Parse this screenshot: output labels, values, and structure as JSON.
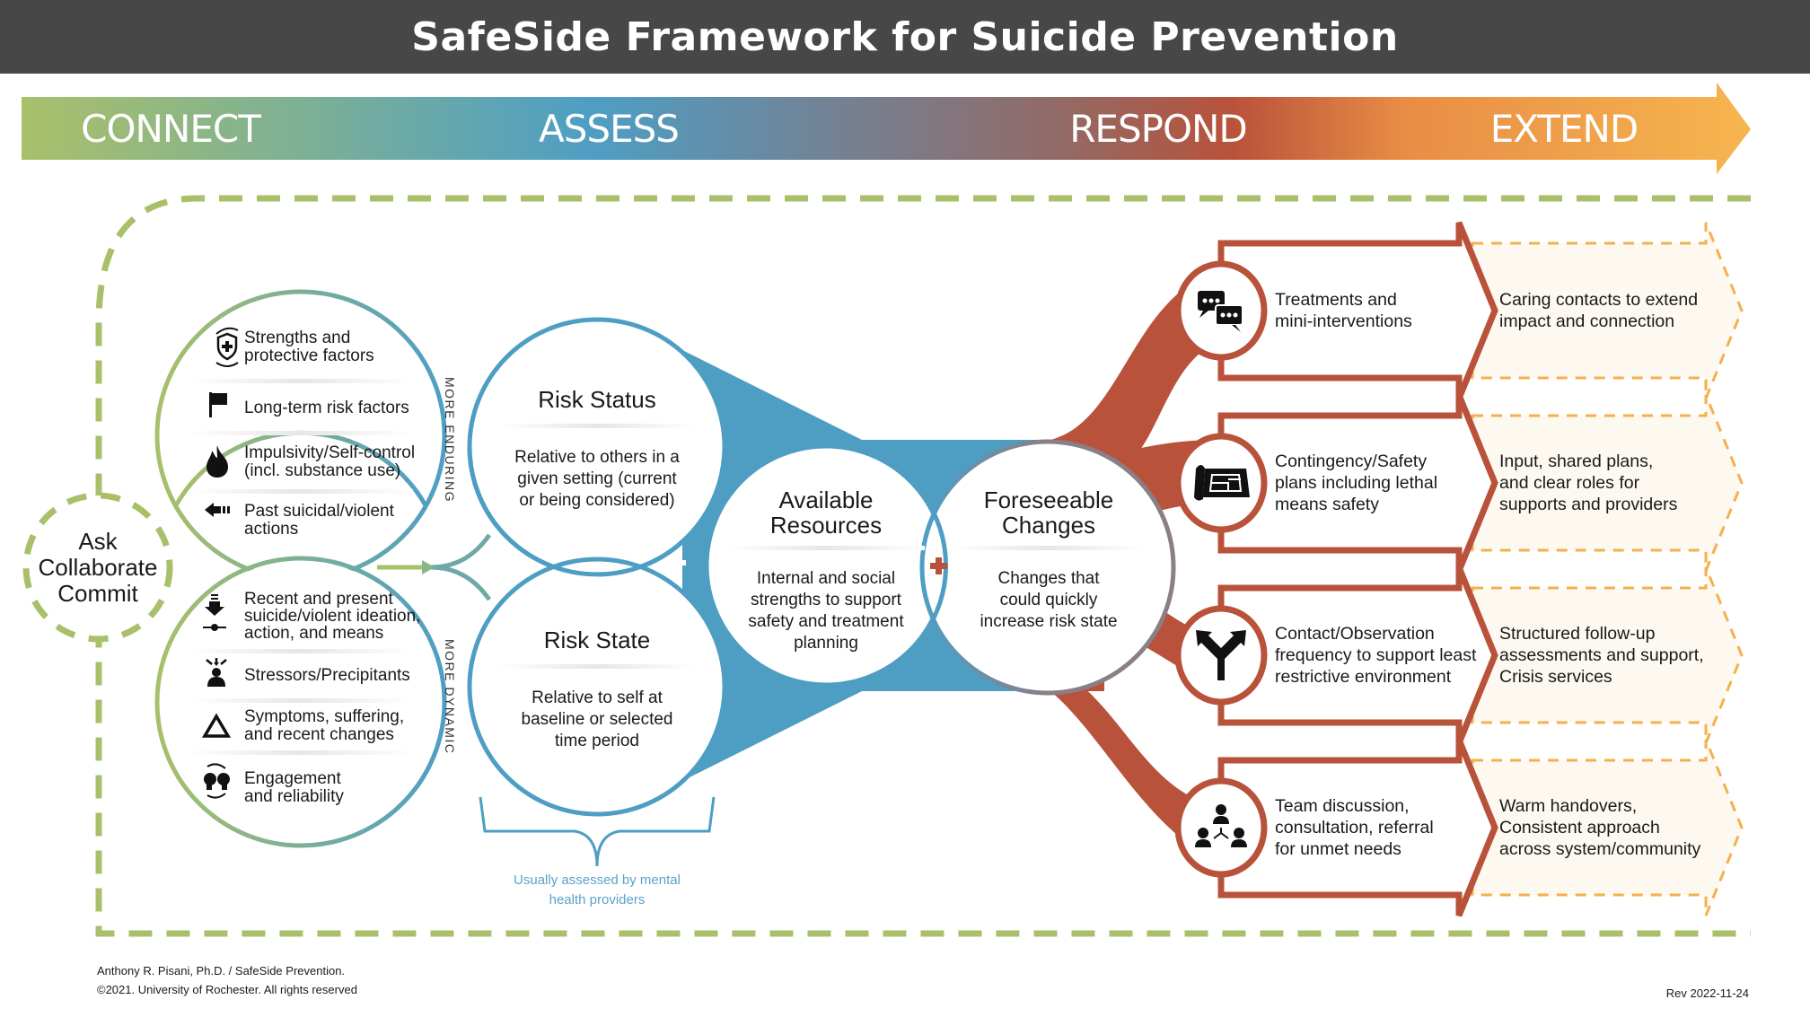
{
  "title": "SafeSide Framework for Suicide Prevention",
  "stages": [
    "CONNECT",
    "ASSESS",
    "RESPOND",
    "EXTEND"
  ],
  "colors": {
    "title_bg": "#474747",
    "connect_green": "#a9c06a",
    "assess_blue": "#4e9ec4",
    "respond_red": "#b9523a",
    "extend_orange": "#f5b04d",
    "extend_fill": "#fdf8f0"
  },
  "connect": {
    "lines": [
      "Ask",
      "Collaborate",
      "Commit"
    ]
  },
  "enduring_circle": {
    "side_label": "MORE ENDURING",
    "items": [
      {
        "icon": "shield-plus-icon",
        "lines": [
          "Strengths and",
          "protective factors"
        ]
      },
      {
        "icon": "flag-icon",
        "lines": [
          "Long-term risk factors"
        ]
      },
      {
        "icon": "flame-icon",
        "lines": [
          "Impulsivity/Self-control",
          "(incl. substance use)"
        ]
      },
      {
        "icon": "back-arrow-icon",
        "lines": [
          "Past suicidal/violent",
          "actions"
        ]
      }
    ]
  },
  "dynamic_circle": {
    "side_label": "MORE DYNAMIC",
    "items": [
      {
        "icon": "arrow-down-line-icon",
        "lines": [
          "Recent and present",
          "suicide/violent ideation,",
          "action, and means"
        ]
      },
      {
        "icon": "stressed-person-icon",
        "lines": [
          "Stressors/Precipitants"
        ]
      },
      {
        "icon": "triangle-delta-icon",
        "lines": [
          "Symptoms, suffering,",
          "and recent changes"
        ]
      },
      {
        "icon": "two-heads-cycle-icon",
        "lines": [
          "Engagement",
          "and reliability"
        ]
      }
    ]
  },
  "risk_status": {
    "title": "Risk Status",
    "lines": [
      "Relative to others in a",
      "given setting (current",
      "or being considered)"
    ]
  },
  "risk_state": {
    "title": "Risk State",
    "lines": [
      "Relative to self at",
      "baseline or selected",
      "time period"
    ]
  },
  "bracket_note": [
    "Usually assessed by mental",
    "health providers"
  ],
  "available_resources": {
    "title_lines": [
      "Available",
      "Resources"
    ],
    "lines": [
      "Internal and social",
      "strengths to support",
      "safety and treatment",
      "planning"
    ]
  },
  "foreseeable_changes": {
    "title_lines": [
      "Foreseeable",
      "Changes"
    ],
    "lines": [
      "Changes that",
      "could quickly",
      "increase risk state"
    ]
  },
  "respond": [
    {
      "icon": "chat-bubbles-icon",
      "lines": [
        "Treatments and",
        "mini-interventions"
      ],
      "extend": [
        "Caring contacts to extend",
        "impact and connection"
      ]
    },
    {
      "icon": "blueprint-plan-icon",
      "lines": [
        "Contingency/Safety",
        "plans including lethal",
        "means safety"
      ],
      "extend": [
        "Input, shared plans,",
        "and clear roles for",
        "supports and providers"
      ]
    },
    {
      "icon": "fork-arrows-icon",
      "lines": [
        "Contact/Observation",
        "frequency to support least",
        "restrictive environment"
      ],
      "extend": [
        "Structured follow-up",
        "assessments and support,",
        "Crisis services"
      ]
    },
    {
      "icon": "team-network-icon",
      "lines": [
        "Team discussion,",
        "consultation, referral",
        "for unmet needs"
      ],
      "extend": [
        "Warm handovers,",
        "Consistent approach",
        "across system/community"
      ]
    }
  ],
  "footer": {
    "author": "Anthony R. Pisani, Ph.D. / SafeSide Prevention.",
    "copyright": "©2021. University of Rochester. All rights reserved",
    "revision": "Rev 2022-11-24"
  }
}
